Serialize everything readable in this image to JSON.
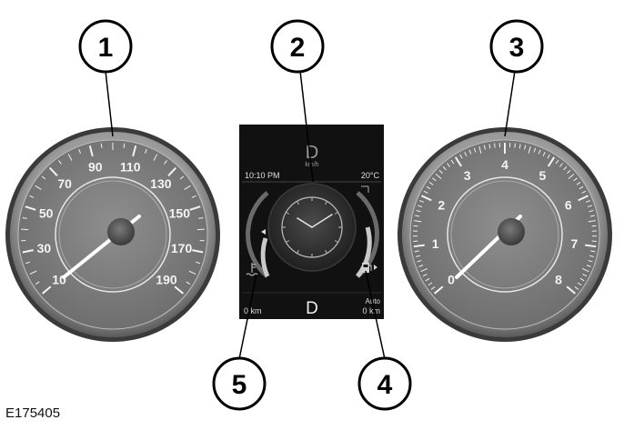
{
  "callouts": [
    "1",
    "2",
    "3",
    "4",
    "5"
  ],
  "speedometer": {
    "labels": [
      "10",
      "30",
      "50",
      "70",
      "90",
      "110",
      "130",
      "150",
      "170",
      "190"
    ],
    "needle_value": "10"
  },
  "tachometer": {
    "labels": [
      "0",
      "1",
      "2",
      "3",
      "4",
      "5",
      "6",
      "7",
      "8"
    ],
    "needle_value": "0"
  },
  "center_display": {
    "time": "10:10 PM",
    "temperature": "20°C",
    "gear_top": "D",
    "speed_unit": "km/h",
    "gear": "D",
    "trip_left": "0 km",
    "trip_right_label": "Auto",
    "trip_right_value": "0 km"
  },
  "figure_code": "E175405",
  "icons": [
    "coolant-temp-icon",
    "fuel-pump-icon",
    "analog-clock-icon"
  ]
}
